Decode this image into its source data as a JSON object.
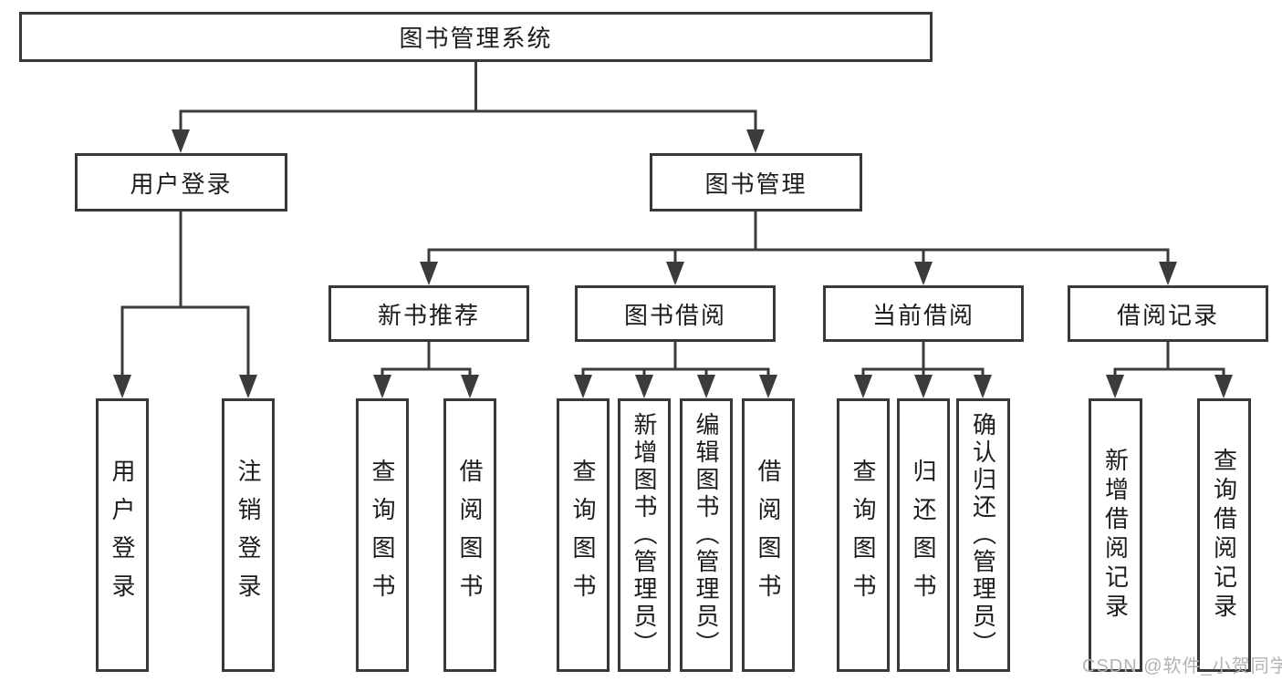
{
  "tree": {
    "root": "图书管理系统",
    "user_login": {
      "label": "用户登录",
      "children": [
        "用户登录",
        "注销登录"
      ]
    },
    "book_management": {
      "label": "图书管理"
    },
    "new_book": {
      "label": "新书推荐",
      "children": [
        "查询图书",
        "借阅图书"
      ]
    },
    "book_borrow": {
      "label": "图书借阅",
      "children": [
        "查询图书",
        "新增图书（管理员）",
        "编辑图书（管理员）",
        "借阅图书"
      ]
    },
    "current_borrow": {
      "label": "当前借阅",
      "children": [
        "查询图书",
        "归还图书",
        "确认归还（管理员）"
      ]
    },
    "borrow_records": {
      "label": "借阅记录",
      "children": [
        "新增借阅记录",
        "查询借阅记录"
      ]
    }
  },
  "watermark": "CSDN @软件_小贺同学",
  "colors": {
    "line": "#3b3b3b",
    "box_border": "#383838",
    "text": "#1c1c1c",
    "watermark": "#b3b3b3",
    "background": "#ffffff"
  }
}
